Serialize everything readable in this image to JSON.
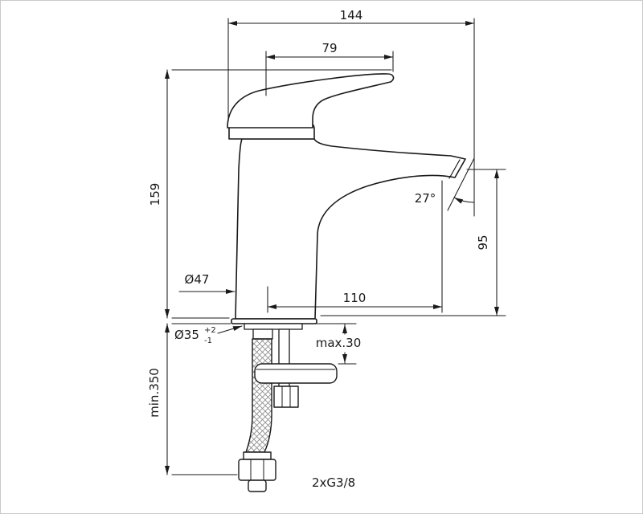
{
  "drawing": {
    "type": "technical-dimension-drawing",
    "subject": "single-lever basin mixer faucet, side elevation with mounting hardware and flexible hose",
    "labels": {
      "total_width": "144",
      "handle_length": "79",
      "body_height": "159",
      "spout_angle": "27°",
      "outlet_height": "95",
      "base_diameter": "Ø47",
      "spout_reach": "110",
      "hole_diameter": "Ø35",
      "hole_tolerance_plus": "+2",
      "hole_tolerance_minus": "-1",
      "max_deck_thickness": "max.30",
      "min_hose_length": "min.350",
      "hose_thread": "2xG3/8"
    },
    "colors": {
      "line": "#1a1a1a",
      "background": "#ffffff",
      "frame_border": "#c9c9c9",
      "braid": "#8a8a8a"
    }
  }
}
